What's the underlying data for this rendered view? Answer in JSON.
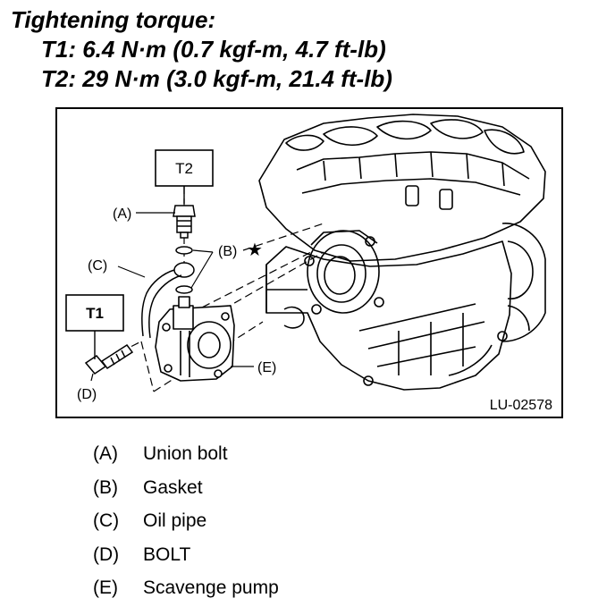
{
  "torque": {
    "title": "Tightening torque:",
    "t1": "T1: 6.4 N·m (0.7 kgf-m, 4.7 ft-lb)",
    "t2": "T2: 29 N·m (3.0 kgf-m, 21.4 ft-lb)"
  },
  "figure": {
    "code": "LU-02578",
    "t1_box": "T1",
    "t2_box": "T2",
    "callouts": {
      "a": "(A)",
      "b": "(B)",
      "c": "(C)",
      "d": "(D)",
      "e": "(E)"
    },
    "star": "★"
  },
  "legend": [
    {
      "code": "(A)",
      "label": "Union bolt"
    },
    {
      "code": "(B)",
      "label": "Gasket"
    },
    {
      "code": "(C)",
      "label": "Oil pipe"
    },
    {
      "code": "(D)",
      "label": "BOLT"
    },
    {
      "code": "(E)",
      "label": "Scavenge pump"
    }
  ]
}
